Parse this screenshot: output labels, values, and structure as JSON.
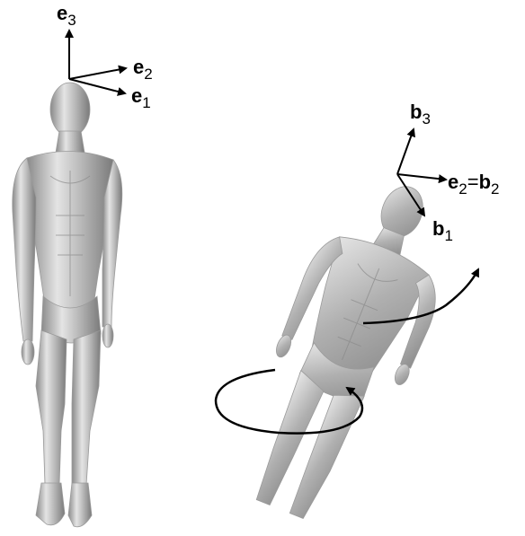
{
  "left_frame": {
    "e3": {
      "vec": "e",
      "sub": "3"
    },
    "e2": {
      "vec": "e",
      "sub": "2"
    },
    "e1": {
      "vec": "e",
      "sub": "1"
    }
  },
  "right_frame": {
    "b3": {
      "vec": "b",
      "sub": "3"
    },
    "b1": {
      "vec": "b",
      "sub": "1"
    },
    "e2b2": {
      "vec1": "e",
      "sub1": "2",
      "eq": "=",
      "vec2": "b",
      "sub2": "2"
    }
  },
  "colors": {
    "figure_light": "#ededed",
    "figure_mid": "#b9b9b9",
    "figure_dark": "#7a7a7a",
    "lines": "#000000"
  }
}
